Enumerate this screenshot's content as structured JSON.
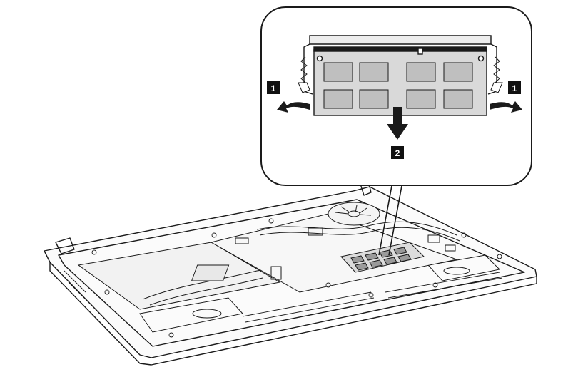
{
  "callout": {
    "steps": [
      {
        "id": "step-1-left",
        "label": "1"
      },
      {
        "id": "step-1-right",
        "label": "1"
      },
      {
        "id": "step-2",
        "label": "2"
      }
    ],
    "memory_module": {
      "chip_count_per_row": 4,
      "rows": 2
    }
  },
  "colors": {
    "line": "#1a1a1a",
    "badge_fill": "#111111",
    "badge_text": "#ffffff",
    "module_fill": "#d9d9d9",
    "chip_fill": "#bfbfbf",
    "board_fill": "#f2f2f2",
    "background": "#ffffff"
  },
  "icons": {
    "release_left": "curved-arrow-left-icon",
    "release_right": "curved-arrow-right-icon",
    "remove": "arrow-down-icon"
  }
}
